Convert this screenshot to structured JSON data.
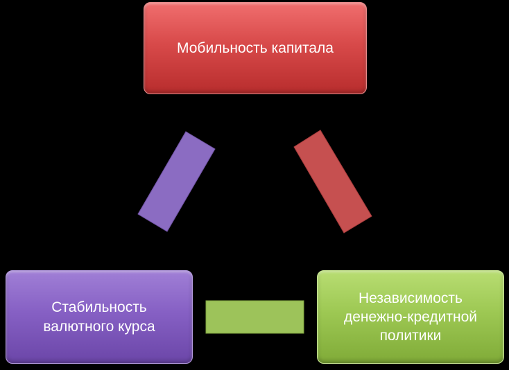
{
  "nodes": {
    "capital": {
      "label": "Мобильность капитала",
      "color": "#d84a4a"
    },
    "exchange": {
      "label_line1": "Стабильность",
      "label_line2": "валютного курса",
      "color": "#8660c4"
    },
    "monetary": {
      "label_line1": "Независимость",
      "label_line2": "денежно-кредитной",
      "label_line3": "политики",
      "color": "#9dc853"
    }
  },
  "connectors": {
    "left_color": "#8b6cc2",
    "right_color": "#c65050",
    "bottom_color": "#9dc35a"
  }
}
